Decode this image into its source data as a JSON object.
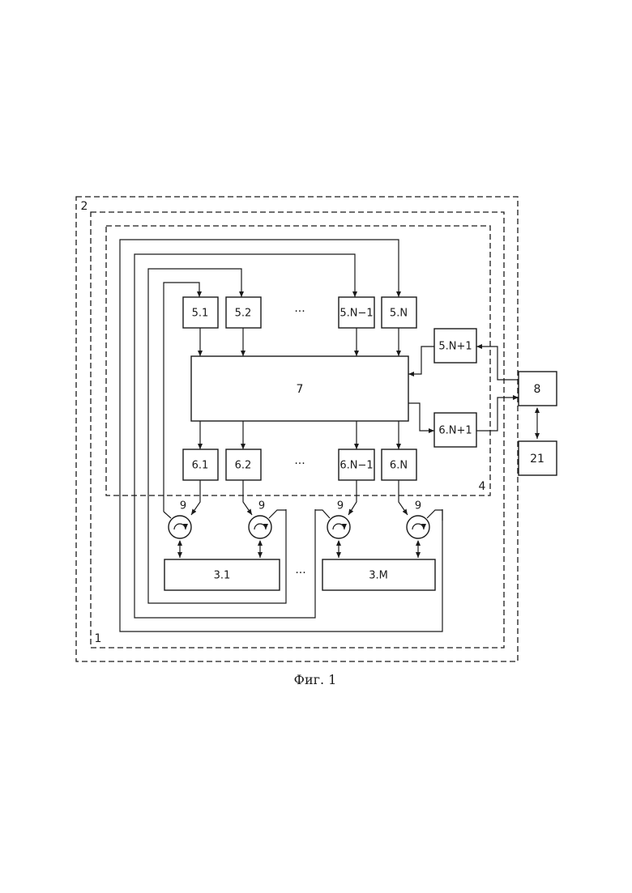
{
  "diagram": {
    "frames": {
      "outer_label": "2",
      "middle_label": "1",
      "inner_label": "4"
    },
    "blocks": {
      "b5_1": "5.1",
      "b5_2": "5.2",
      "b5_n_minus_1": "5.N−1",
      "b5_n": "5.N",
      "b5_n_plus_1": "5.N+1",
      "b7": "7",
      "b6_1": "6.1",
      "b6_2": "6.2",
      "b6_n_minus_1": "6.N−1",
      "b6_n": "6.N",
      "b6_n_plus_1": "6.N+1",
      "b8": "8",
      "b21": "21",
      "b3_1": "3.1",
      "b3_m": "3.M"
    },
    "circulator_label": "9",
    "ellipsis": "···",
    "caption": "Фиг. 1"
  }
}
